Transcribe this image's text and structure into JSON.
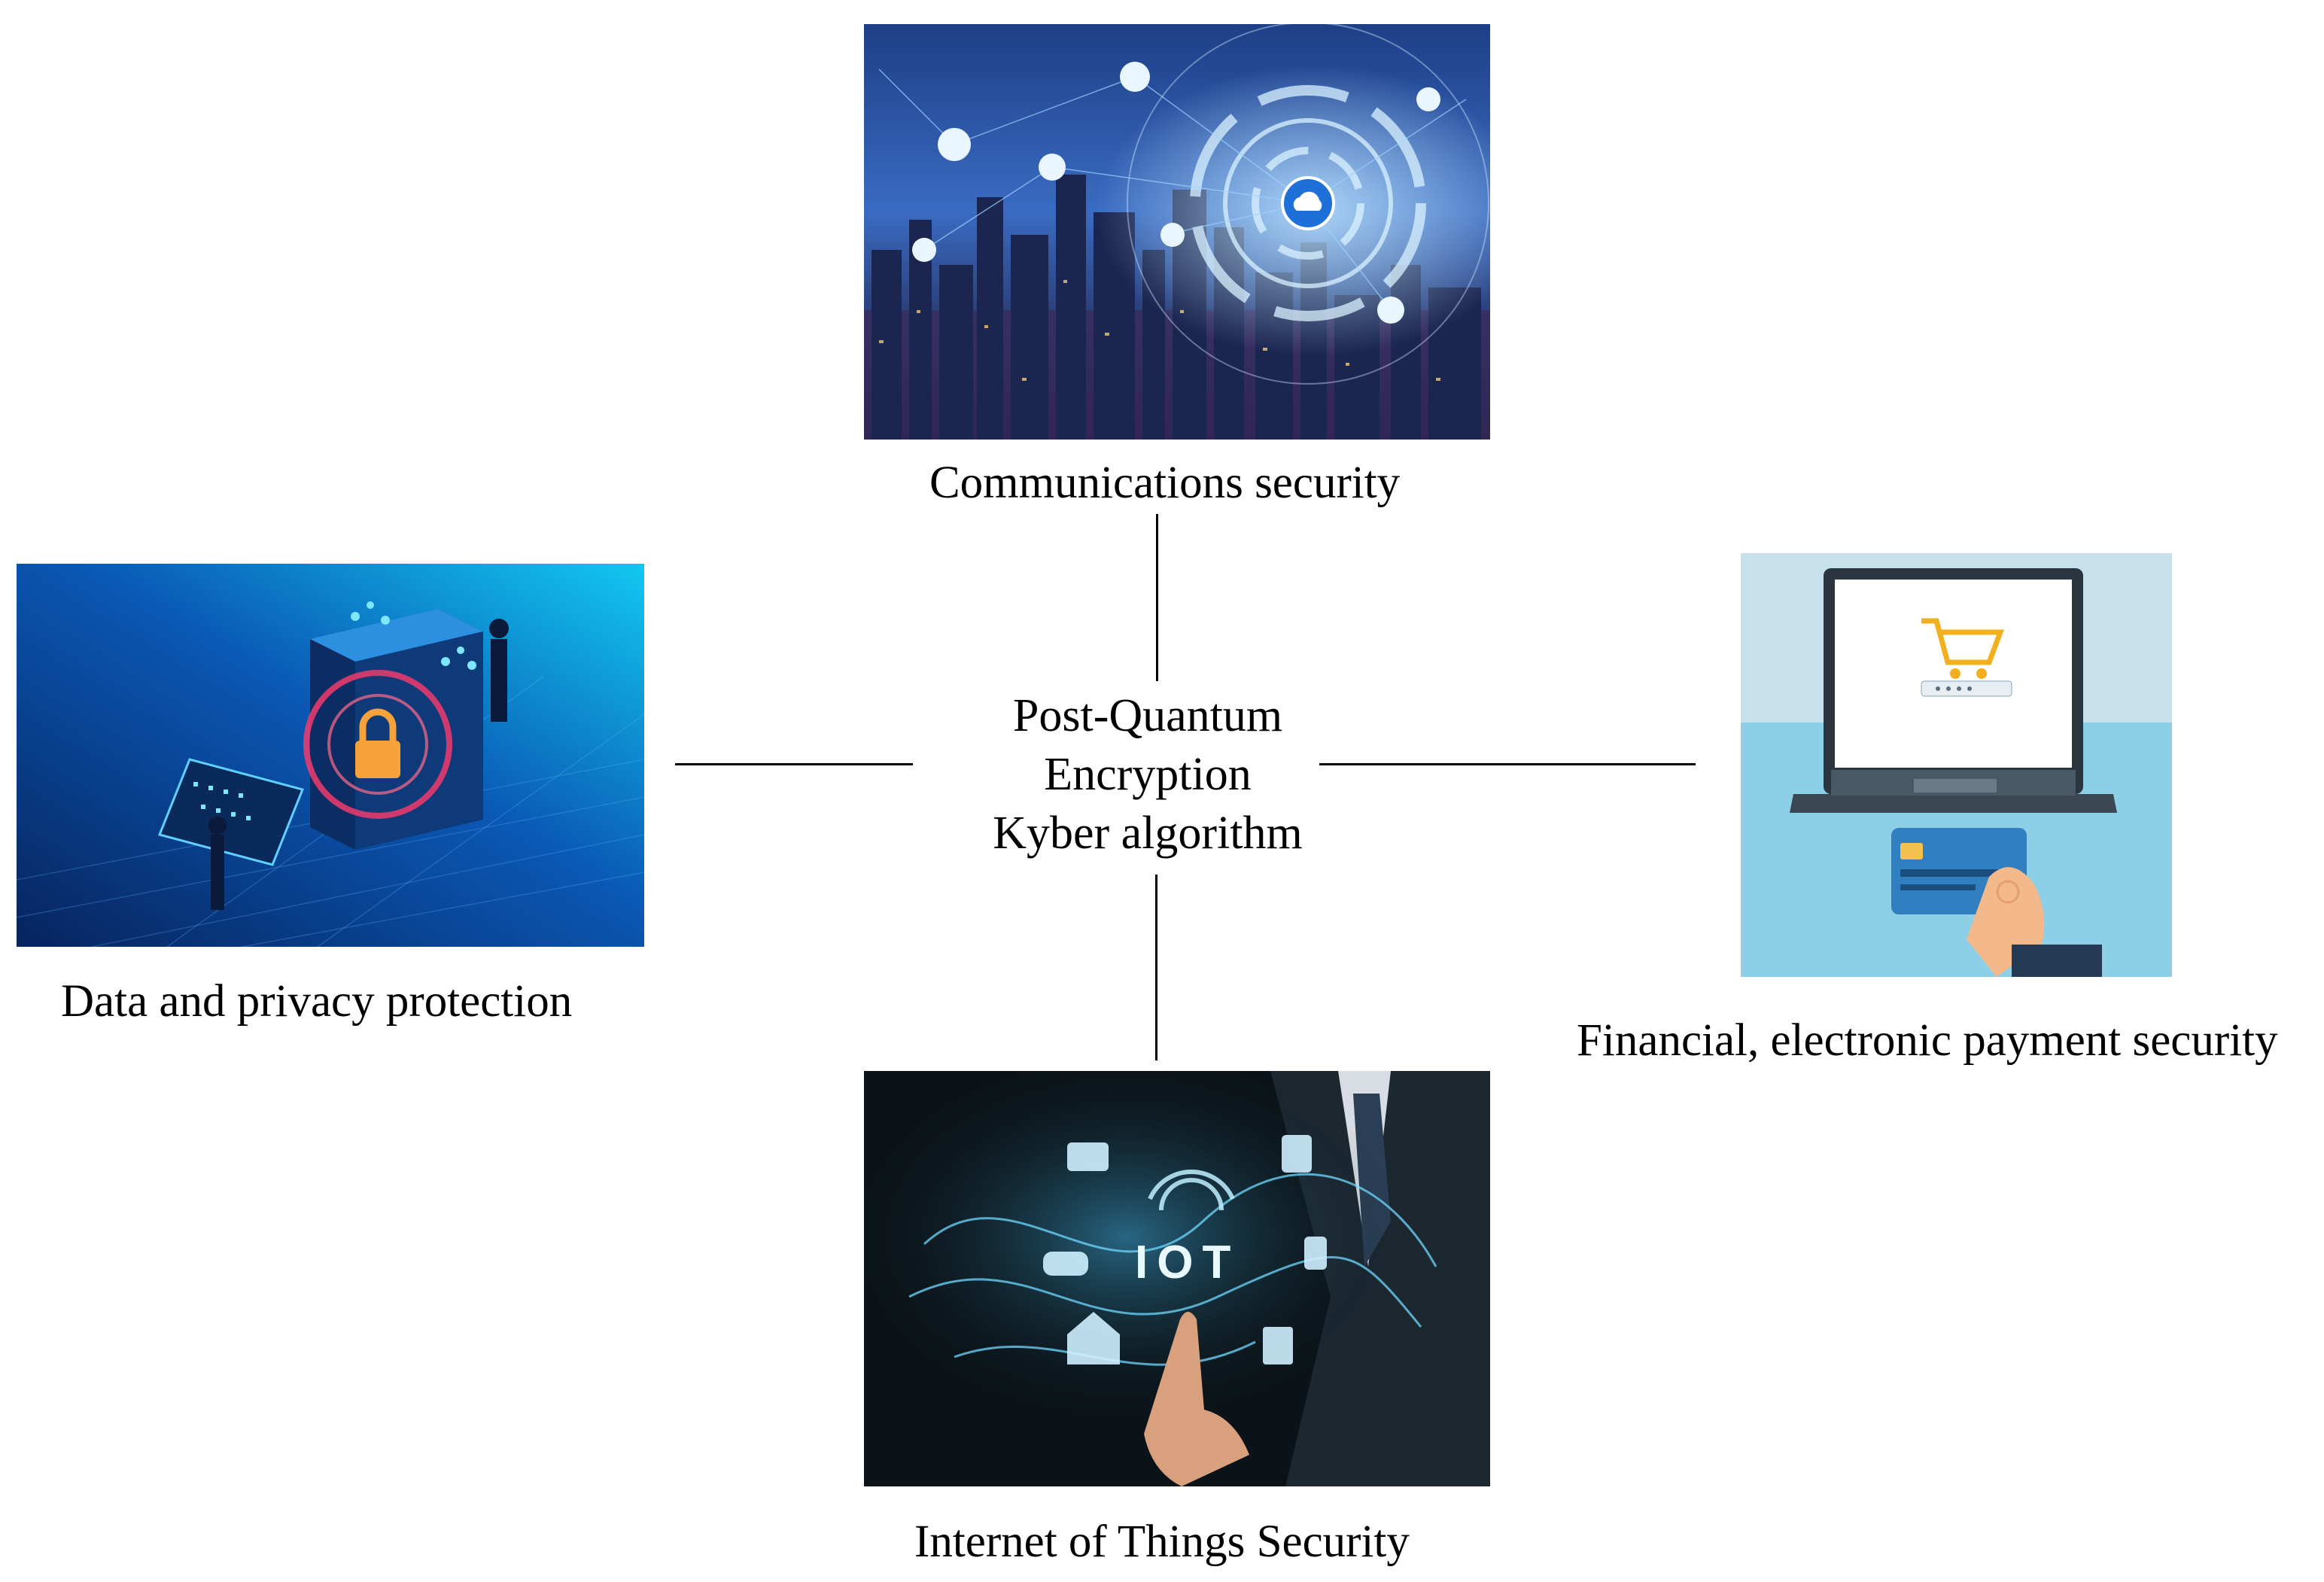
{
  "center": {
    "line1": "Post-Quantum",
    "line2": "Encryption",
    "line3": "Kyber algorithm"
  },
  "nodes": {
    "top": {
      "caption": "Communications security",
      "image": "smart-city-network-icon"
    },
    "left": {
      "caption": "Data and privacy protection",
      "image": "data-lock-icon"
    },
    "right": {
      "caption": "Financial, electronic payment security",
      "image": "laptop-payment-icon"
    },
    "bottom": {
      "caption": "Internet of Things Security",
      "image": "iot-hand-icon"
    }
  },
  "iot_label": "IOT",
  "colors": {
    "line": "#000000",
    "city_sky": "#2a4f9a",
    "data_bg": "#0a4fa8",
    "payment_bg": "#8ecfe8",
    "iot_bg": "#0b1318"
  }
}
